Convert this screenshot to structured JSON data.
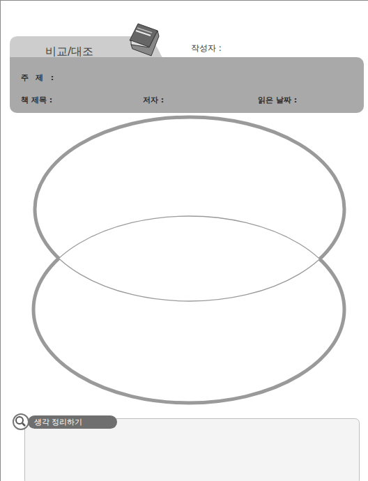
{
  "diagram": {
    "nodes": [
      {
        "text": [
          "비교/대조"
        ]
      },
      {
        "text": [
          "주 제 :",
          "책 제목 :",
          "저자 :",
          "읽은 날짜 :"
        ]
      },
      {
        "text": [
          "생각 정리하기"
        ]
      }
    ],
    "labels": [
      "작성자 :"
    ]
  }
}
